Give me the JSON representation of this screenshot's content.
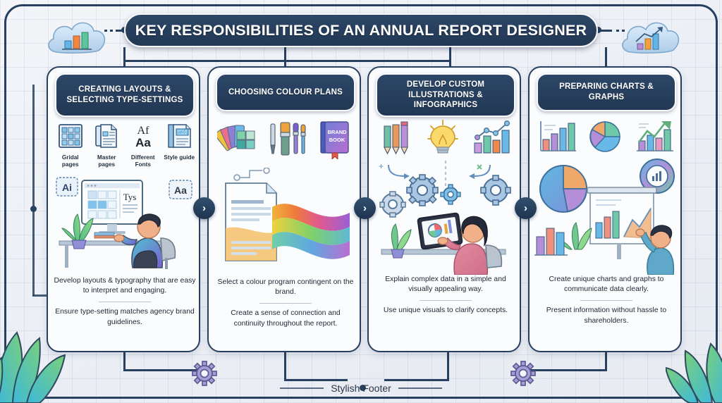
{
  "title": "KEY RESPONSIBILITIES OF AN ANNUAL REPORT DESIGNER",
  "footer": {
    "label": "Stylish Footer"
  },
  "colors": {
    "navy": "#27405f",
    "header_navy": "#2d4768",
    "background": "#eef1f6",
    "card_bg": "#fbfcfe",
    "gear_purple": "#9b97cf",
    "divider": "#b9c4d2"
  },
  "decor": {
    "left_cloud": "cloud-bar-chart-icon",
    "right_cloud": "cloud-growth-chart-icon",
    "gear_left": "gear-icon",
    "gear_right": "gear-icon",
    "foliage_left": "leaves-icon",
    "foliage_right": "leaves-icon",
    "arrow_label": "›"
  },
  "cards": [
    {
      "id": "creating-layouts",
      "header": "CREATING LAYOUTS & SELECTING TYPE-SETTINGS",
      "icons": [
        {
          "name": "grid-pages-icon",
          "caption": "Gridal pages"
        },
        {
          "name": "master-pages-icon",
          "caption": "Master pages"
        },
        {
          "name": "different-fonts-icon",
          "caption": "Different Fonts"
        },
        {
          "name": "style-guide-icon",
          "caption": "Style guide"
        }
      ],
      "illustration": {
        "name": "designer-at-computer-illustration",
        "badge_left": "Ai",
        "badge_right": "Aa",
        "screen_text": "Tys"
      },
      "paragraphs": [
        "Develop layouts & typography that are easy to interpret and engaging.",
        "Ensure type-setting matches agency brand guidelines."
      ]
    },
    {
      "id": "choosing-colour-plans",
      "header": "CHOOSING COLOUR PLANS",
      "icons": [
        {
          "name": "colour-swatch-fan-icon",
          "caption": ""
        },
        {
          "name": "paint-brushes-icon",
          "caption": ""
        },
        {
          "name": "brand-book-icon",
          "caption": "BRAND BOOK"
        }
      ],
      "illustration": {
        "name": "document-colour-gradient-illustration"
      },
      "paragraphs": [
        "Select a colour program contingent on the brand.",
        "Create a sense of connection and continuity throughout the report."
      ]
    },
    {
      "id": "develop-custom-illustrations",
      "header": "DEVELOP CUSTOM ILLUSTRATIONS & INFOGRAPHICS",
      "icons": [
        {
          "name": "coloured-pencils-icon",
          "caption": ""
        },
        {
          "name": "lightbulb-idea-icon",
          "caption": ""
        },
        {
          "name": "bar-line-chart-icon",
          "caption": ""
        }
      ],
      "illustration": {
        "name": "illustrator-with-tablet-illustration"
      },
      "paragraphs": [
        "Explain complex data in a simple and visually appealing way.",
        "Use unique visuals to clarify concepts."
      ]
    },
    {
      "id": "preparing-charts-graphs",
      "header": "PREPARING CHARTS & GRAPHS",
      "icons": [
        {
          "name": "bar-chart-icon",
          "caption": ""
        },
        {
          "name": "pie-chart-icon",
          "caption": ""
        },
        {
          "name": "growth-arrow-chart-icon",
          "caption": ""
        }
      ],
      "illustration": {
        "name": "presenter-with-charts-illustration"
      },
      "paragraphs": [
        "Create unique charts and graphs to communicate data clearly.",
        "Present information without hassle to shareholders."
      ]
    }
  ]
}
